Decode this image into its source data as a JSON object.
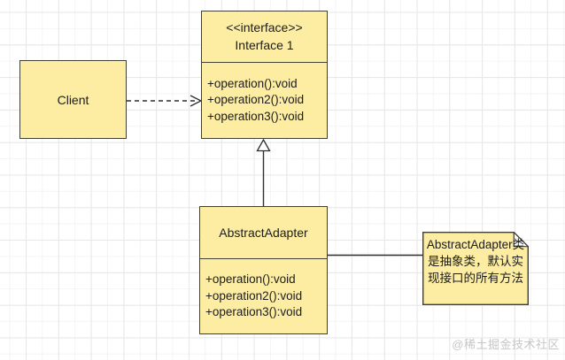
{
  "colors": {
    "node-fill": "#fceda3",
    "node-border": "#403f33",
    "connector": "#2e2e2e",
    "fold-fill": "#ffffff",
    "watermark": "#c6c6c6",
    "grid-strong": "#e7e7e7",
    "grid-weak": "#f4f4f4"
  },
  "nodes": {
    "client": {
      "title": "Client"
    },
    "interface1": {
      "stereotype": "<<interface>>",
      "title": "Interface 1",
      "operations": [
        "+operation():void",
        "+operation2():void",
        "+operation3():void"
      ]
    },
    "abstract_adapter": {
      "title": "AbstractAdapter",
      "operations": [
        "+operation():void",
        "+operation2():void",
        "+operation3():void"
      ]
    }
  },
  "note": {
    "text": "AbstractAdapter类是抽象类，默认实现接口的所有方法"
  },
  "watermark": {
    "text": "@稀土掘金技术社区"
  },
  "edges": {
    "dependency": "Client --> Interface 1 (dashed, open arrow)",
    "generalization": "AbstractAdapter --|> Interface 1 (solid, hollow triangle)",
    "note_connector": "AbstractAdapter — note (solid line)"
  }
}
